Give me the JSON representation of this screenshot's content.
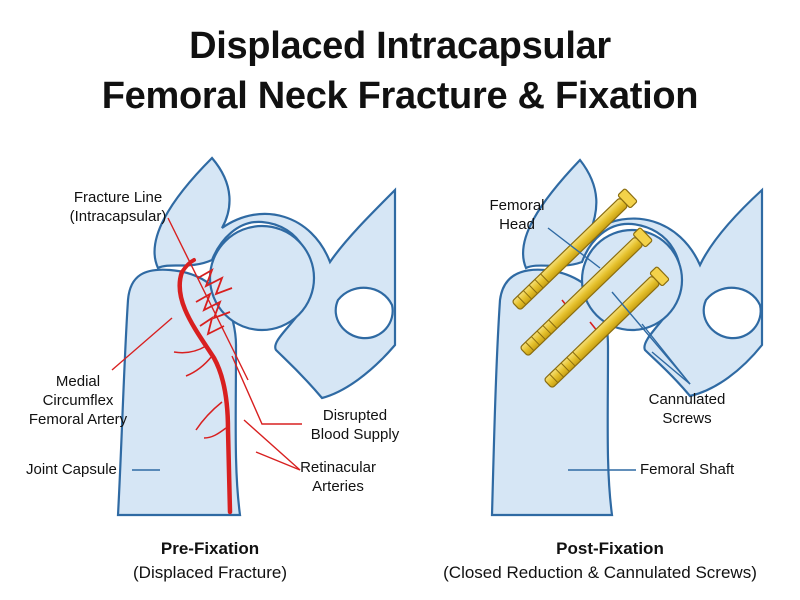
{
  "title": {
    "line1": "Displaced Intracapsular",
    "line2": "Femoral Neck Fracture & Fixation"
  },
  "left_panel": {
    "labels": {
      "fracture_line": [
        "Fracture Line",
        "(Intracapsular)"
      ],
      "medial_artery": [
        "Medial",
        "Circumflex",
        "Femoral Artery"
      ],
      "joint_capsule": "Joint Capsule",
      "disrupted_blood": [
        "Disrupted",
        "Blood Supply"
      ],
      "retinacular": [
        "Retinacular",
        "Arteries"
      ]
    },
    "caption": {
      "main": "Pre-Fixation",
      "sub": "(Displaced Fracture)"
    }
  },
  "right_panel": {
    "labels": {
      "femoral_head": [
        "Femoral",
        "Head"
      ],
      "cannulated_screws": [
        "Cannulated",
        "Screws"
      ],
      "femoral_shaft": "Femoral Shaft"
    },
    "caption": {
      "main": "Post-Fixation",
      "sub": "(Closed Reduction & Cannulated Screws)"
    }
  },
  "colors": {
    "bone_fill": "#d6e6f5",
    "bone_outline": "#2f6aa3",
    "artery": "#d82020",
    "screw": "#e6c22e",
    "screw_outline": "#8a6d10"
  }
}
